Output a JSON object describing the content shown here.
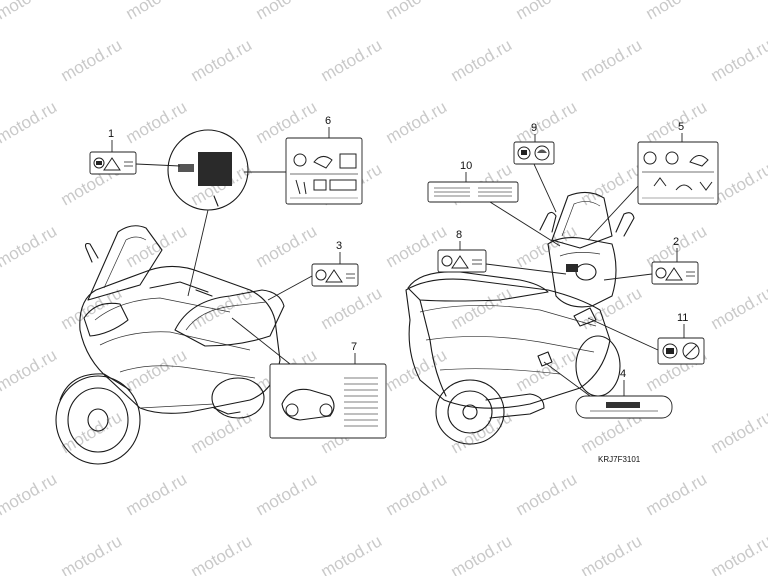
{
  "watermark": "motod.ru",
  "diagram_code": "KRJ7F3101",
  "callouts": [
    "1",
    "2",
    "3",
    "4",
    "5",
    "6",
    "7",
    "8",
    "9",
    "10",
    "11"
  ],
  "icons": {
    "manual": "book-icon",
    "warning": "warning-triangle-icon",
    "helmet": "helmet-icon",
    "no_passenger": "no-passenger-icon"
  }
}
